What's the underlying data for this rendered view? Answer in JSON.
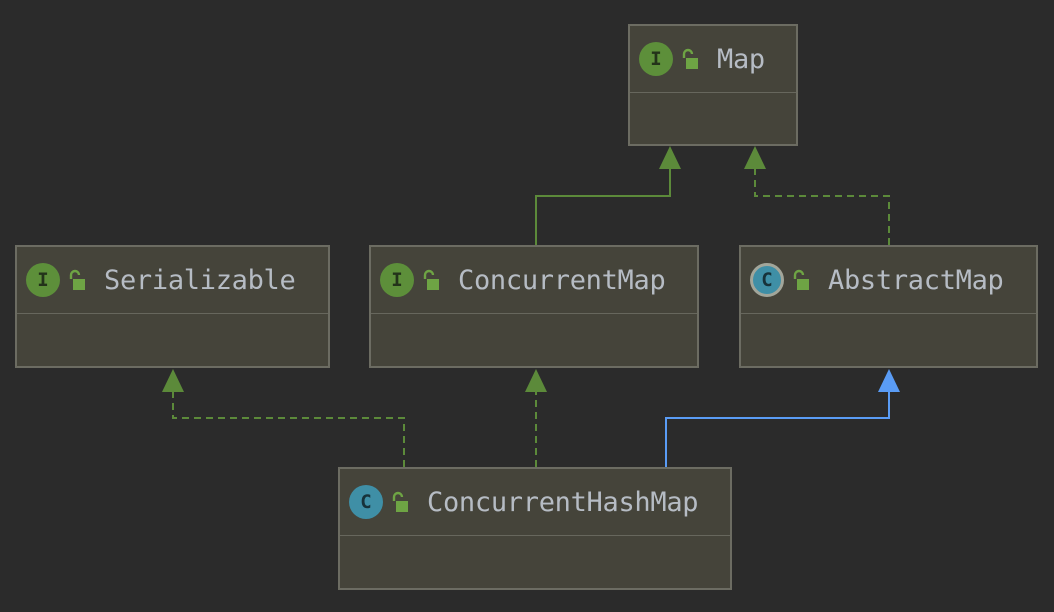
{
  "diagram": {
    "nodes": [
      {
        "id": "map",
        "name": "Map",
        "kind": "interface",
        "badge": "I",
        "visibility_icon": "unlocked-icon"
      },
      {
        "id": "serializable",
        "name": "Serializable",
        "kind": "interface",
        "badge": "I",
        "visibility_icon": "unlocked-icon"
      },
      {
        "id": "concurrent-map",
        "name": "ConcurrentMap",
        "kind": "interface",
        "badge": "I",
        "visibility_icon": "unlocked-icon"
      },
      {
        "id": "abstract-map",
        "name": "AbstractMap",
        "kind": "abstract-class",
        "badge": "C",
        "visibility_icon": "unlocked-icon"
      },
      {
        "id": "concurrent-hash-map",
        "name": "ConcurrentHashMap",
        "kind": "class",
        "badge": "C",
        "visibility_icon": "unlocked-icon"
      }
    ],
    "edges": [
      {
        "from": "concurrent-map",
        "to": "map",
        "relation": "extends",
        "style": "solid",
        "color": "#5c8a3a"
      },
      {
        "from": "abstract-map",
        "to": "map",
        "relation": "implements",
        "style": "dashed",
        "color": "#5c8a3a"
      },
      {
        "from": "concurrent-hash-map",
        "to": "serializable",
        "relation": "implements",
        "style": "dashed",
        "color": "#5c8a3a"
      },
      {
        "from": "concurrent-hash-map",
        "to": "concurrent-map",
        "relation": "implements",
        "style": "dashed",
        "color": "#5c8a3a"
      },
      {
        "from": "concurrent-hash-map",
        "to": "abstract-map",
        "relation": "extends",
        "style": "solid",
        "color": "#5a9cf5"
      }
    ]
  },
  "colors": {
    "background": "#2b2b2b",
    "node_fill": "#45443a",
    "node_border": "#6c6c62",
    "interface_badge": "#5d8f3a",
    "class_badge": "#3f8fa6",
    "interface_edge": "#5c8a3a",
    "class_edge": "#5a9cf5",
    "name_text": "#b6bcc4"
  }
}
